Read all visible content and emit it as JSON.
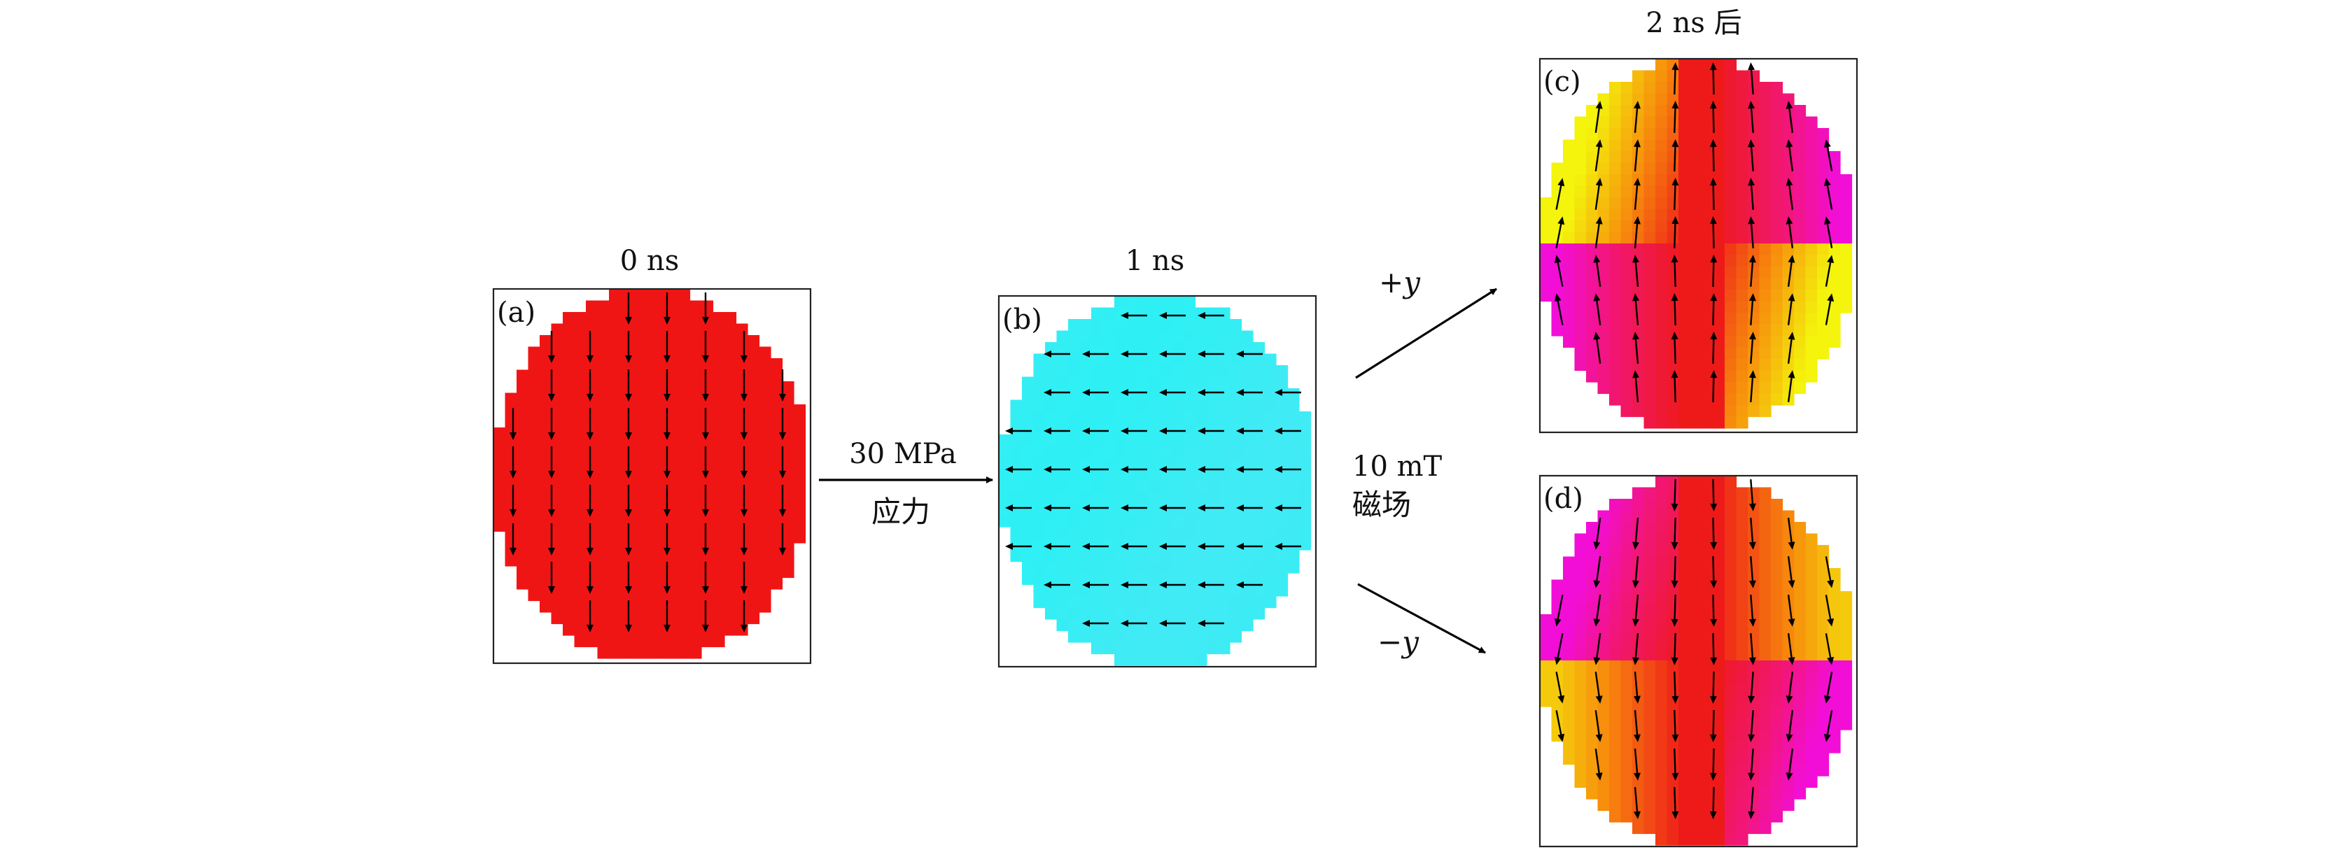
{
  "panels": [
    {
      "id": "a",
      "label": "(a)",
      "time": "0 ns",
      "pattern": "uniform-down",
      "arrow_direction": "down"
    },
    {
      "id": "b",
      "label": "(b)",
      "time": "1 ns",
      "pattern": "uniform-left",
      "arrow_direction": "left"
    },
    {
      "id": "c",
      "label": "(c)",
      "time": "2 ns 后",
      "pattern": "plus-y",
      "arrow_direction": "up"
    },
    {
      "id": "d",
      "label": "(d)",
      "time": "",
      "pattern": "minus-y",
      "arrow_direction": "down"
    }
  ],
  "transitions": {
    "stress": {
      "line1": "30 MPa",
      "line2": "应力"
    },
    "field": {
      "line1": "10 mT",
      "line2": "磁场"
    },
    "plus_label": "+y",
    "minus_label": "−y"
  },
  "colors": {
    "panel_a": "#f01515",
    "panel_b": "#2ef0f4",
    "red": "#ee1a1a",
    "orange": "#f78a0c",
    "yellow": "#f4f40c",
    "magenta": "#f20cf2",
    "pink": "#f2167a",
    "arrow": "#000000"
  }
}
